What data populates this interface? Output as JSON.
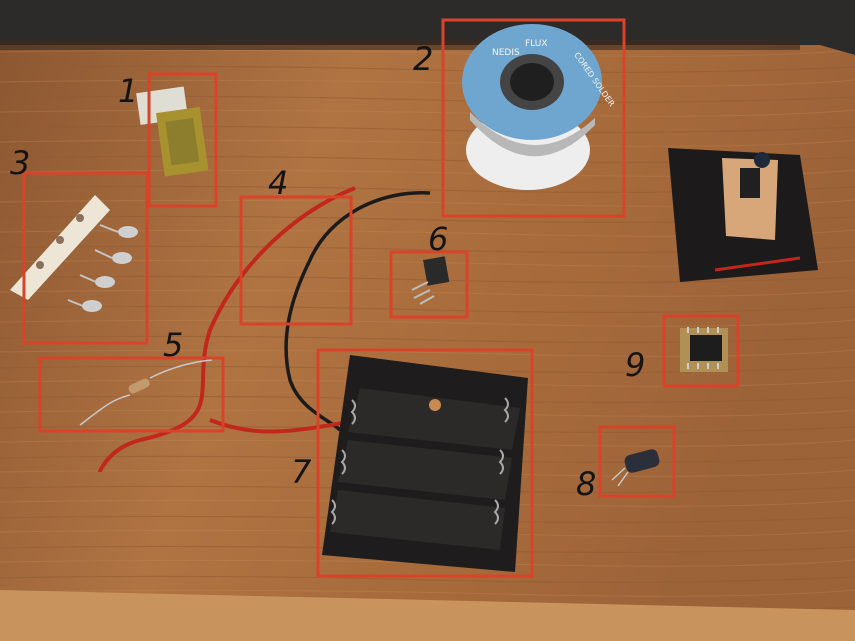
{
  "labels": {
    "item1": "1",
    "item2": "2",
    "item3": "3",
    "item4": "4",
    "item5": "5",
    "item6": "6",
    "item7": "7",
    "item8": "8",
    "item9": "9"
  },
  "spool_text": {
    "left": "NEDIS",
    "mid": "FLUX",
    "right": "CORED SOLDER"
  },
  "colors": {
    "box": "#d8432a",
    "table": "#a0663a"
  }
}
